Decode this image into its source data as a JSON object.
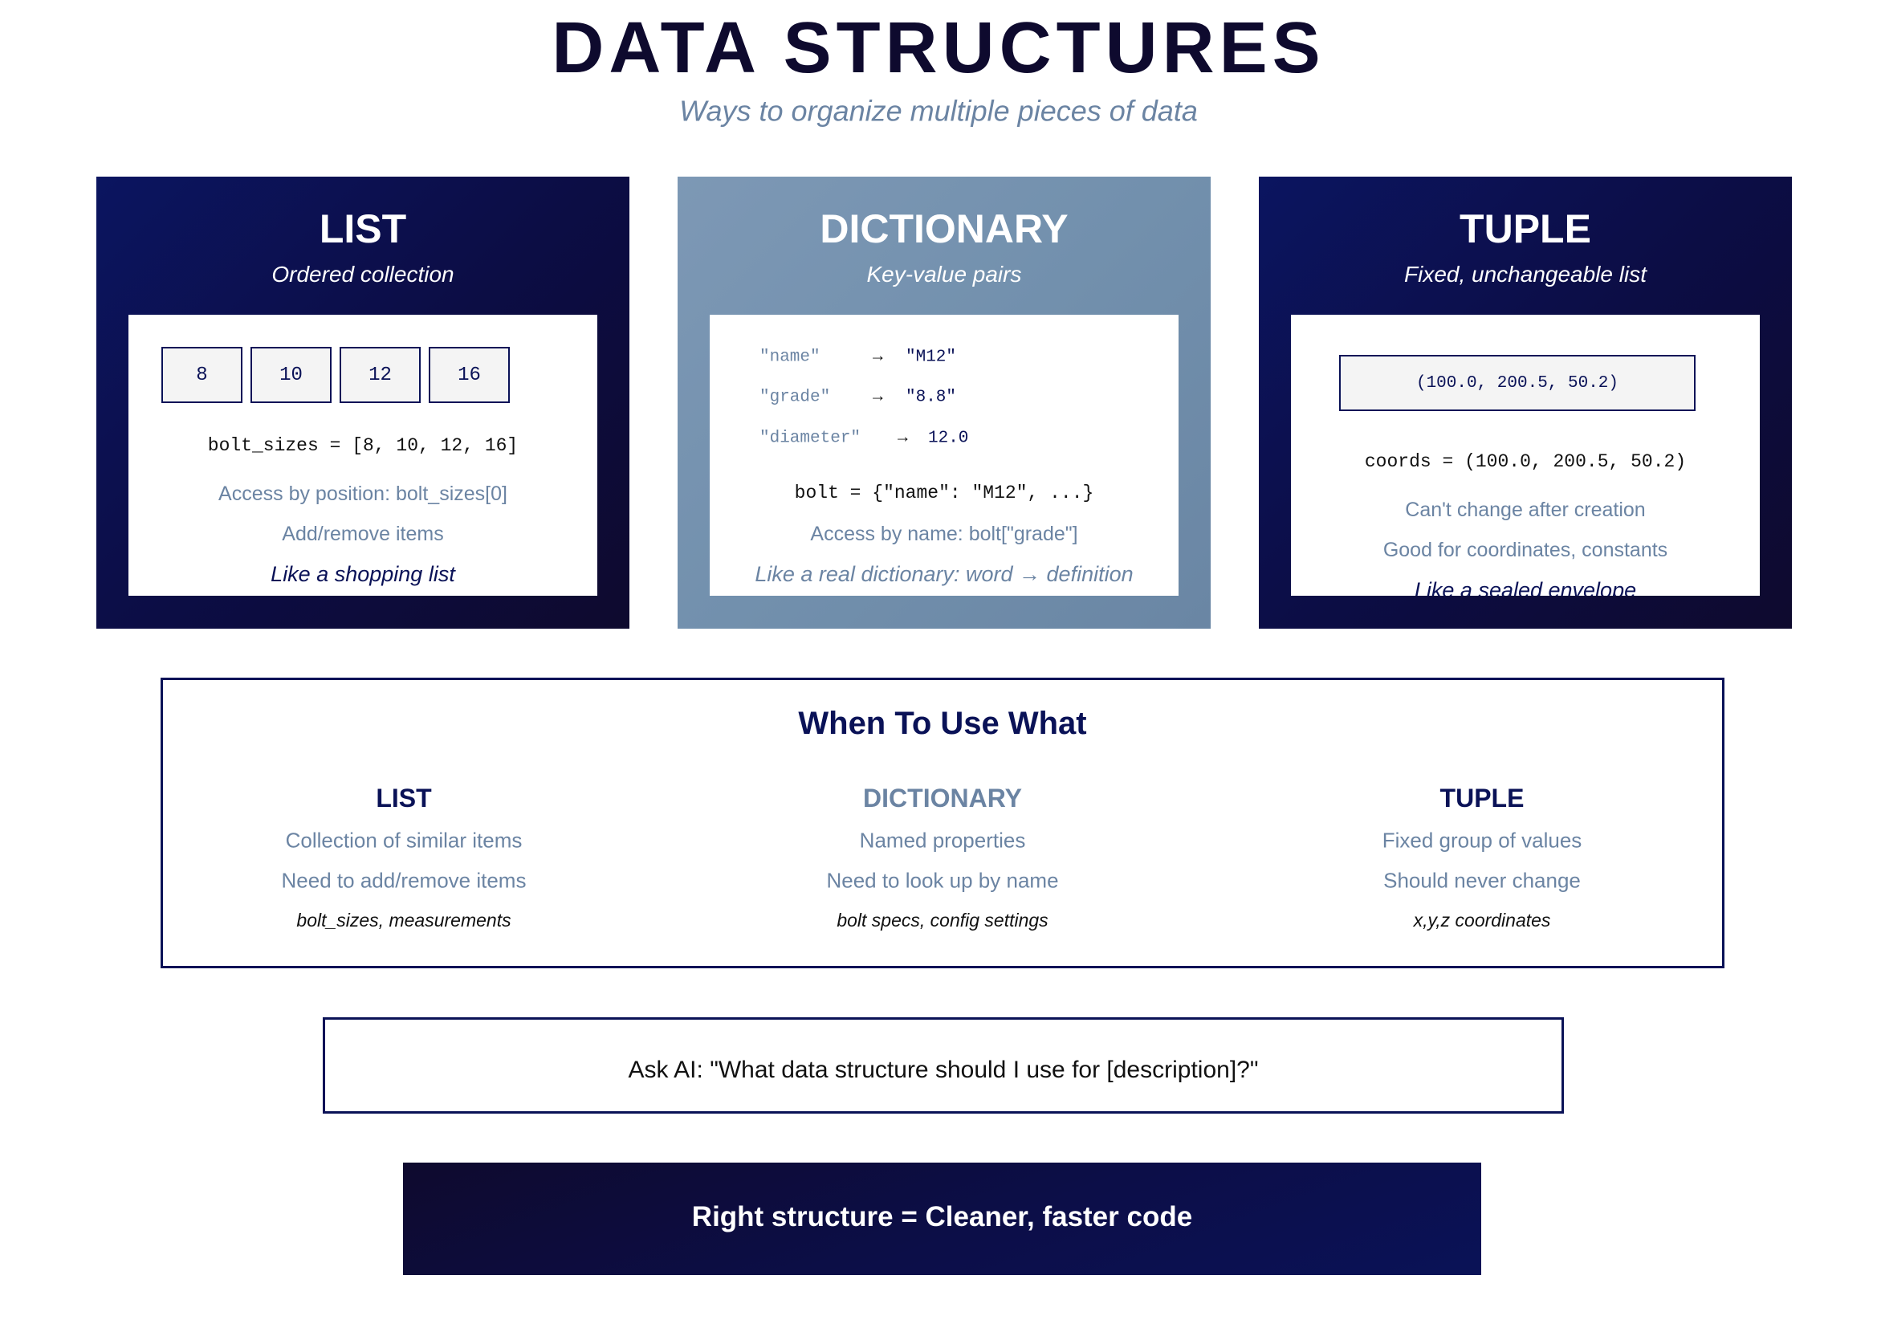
{
  "header": {
    "title": "DATA STRUCTURES",
    "subtitle": "Ways to organize multiple pieces of data"
  },
  "colors": {
    "navy": "#0a1257",
    "steel": "#7290ad",
    "muted": "#6b84a3",
    "dark": "#0e0a2e"
  },
  "cards": {
    "list": {
      "title": "LIST",
      "subtitle": "Ordered collection",
      "cells": [
        "8",
        "10",
        "12",
        "16"
      ],
      "code": "bolt_sizes = [8, 10, 12, 16]",
      "notes": [
        "Access by position: bolt_sizes[0]",
        "Add/remove items"
      ],
      "analogy": "Like a shopping list"
    },
    "dict": {
      "title": "DICTIONARY",
      "subtitle": "Key-value pairs",
      "pairs": [
        {
          "key": "\"name\"",
          "arrow": "→",
          "value": "\"M12\""
        },
        {
          "key": "\"grade\"",
          "arrow": "→",
          "value": "\"8.8\""
        },
        {
          "key": "\"diameter\"",
          "arrow": "→",
          "value": "12.0"
        }
      ],
      "code": "bolt = {\"name\": \"M12\", ...}",
      "notes": [
        "Access by name: bolt[\"grade\"]"
      ],
      "analogy": "Like a real dictionary: word → definition"
    },
    "tuple": {
      "title": "TUPLE",
      "subtitle": "Fixed, unchangeable list",
      "value": "(100.0, 200.5, 50.2)",
      "code": "coords = (100.0, 200.5, 50.2)",
      "notes": [
        "Can't change after creation",
        "Good for coordinates, constants"
      ],
      "analogy": "Like a sealed envelope"
    }
  },
  "when": {
    "title": "When To Use What",
    "columns": [
      {
        "heading": "LIST",
        "lines": [
          "Collection of similar items",
          "Need to add/remove items"
        ],
        "example": "bolt_sizes, measurements"
      },
      {
        "heading": "DICTIONARY",
        "lines": [
          "Named properties",
          "Need to look up by name"
        ],
        "example": "bolt specs, config settings"
      },
      {
        "heading": "TUPLE",
        "lines": [
          "Fixed group of values",
          "Should never change"
        ],
        "example": "x,y,z coordinates"
      }
    ]
  },
  "prompt": "Ask AI: \"What data structure should I use for [description]?\"",
  "banner": "Right structure = Cleaner, faster code"
}
